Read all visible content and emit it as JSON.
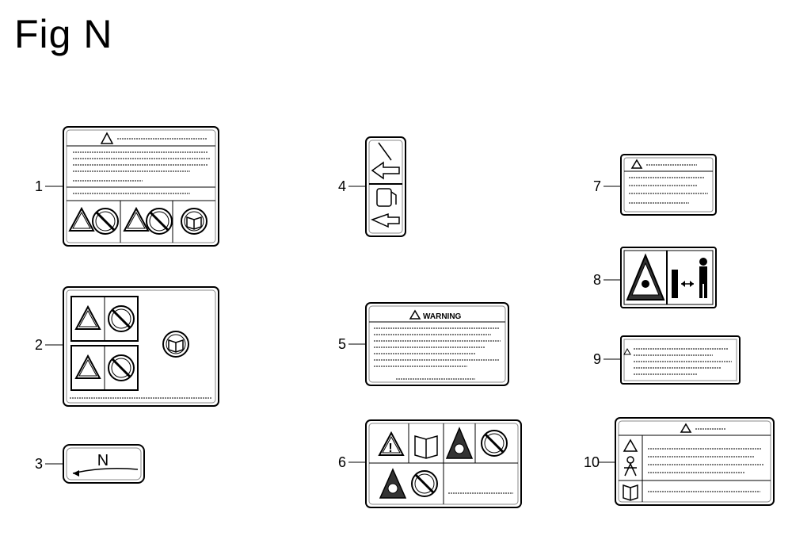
{
  "figure": {
    "title": "Fig N"
  },
  "callouts": [
    "1",
    "2",
    "3",
    "4",
    "5",
    "6",
    "7",
    "8",
    "9",
    "10"
  ],
  "decal_text": {
    "warning_header": "WARNING",
    "neutral_mark": "N"
  },
  "colors": {
    "ink": "#000000",
    "line_gray": "#888888",
    "background": "#ffffff"
  }
}
